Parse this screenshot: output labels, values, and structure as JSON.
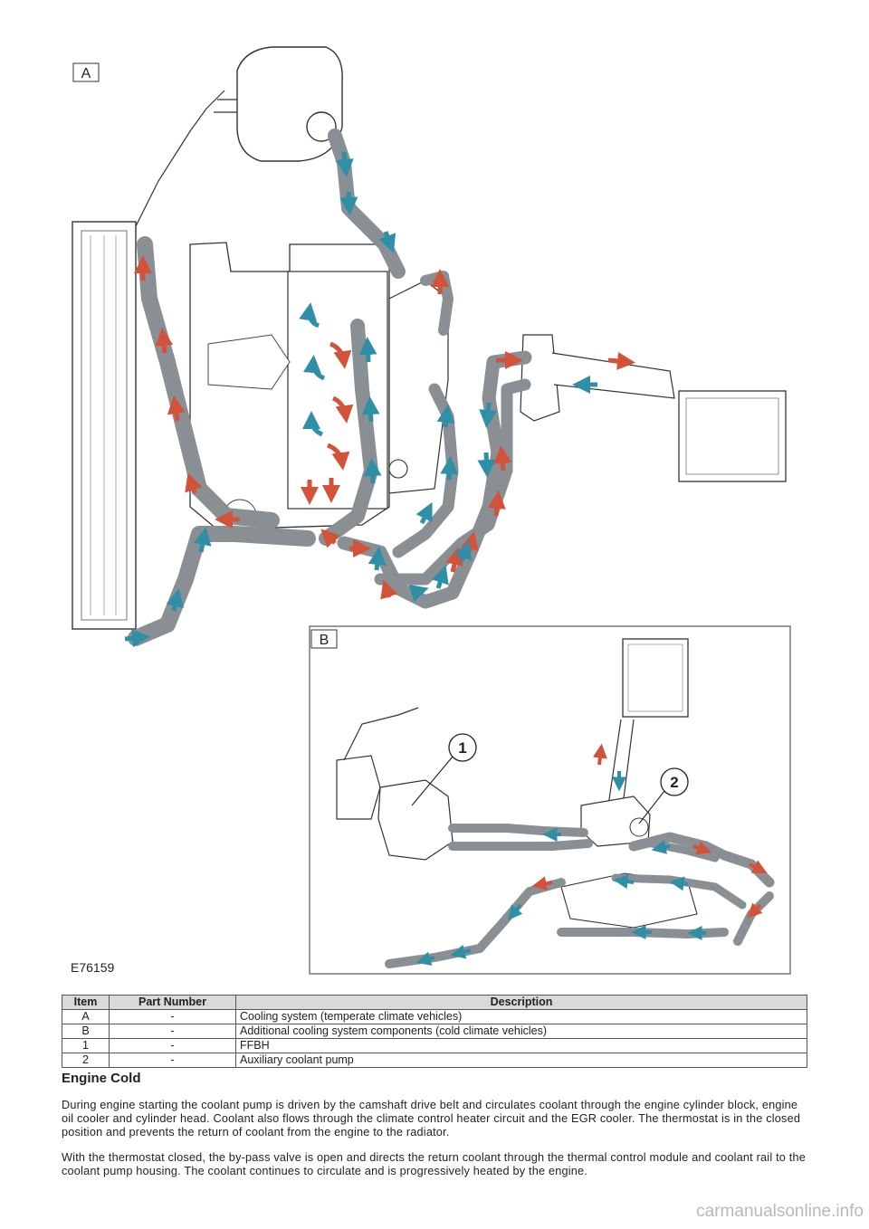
{
  "figure": {
    "panel_a_label": "A",
    "panel_b_label": "B",
    "callout_1": "1",
    "callout_2": "2",
    "figure_code": "E76159",
    "colors": {
      "hose": "#8a8f94",
      "hot_arrow": "#d2533a",
      "cold_arrow": "#2f8fa6",
      "line": "#333333"
    }
  },
  "table": {
    "headers": {
      "item": "Item",
      "part_number": "Part Number",
      "description": "Description"
    },
    "rows": [
      {
        "item": "A",
        "part_number": "-",
        "description": "Cooling system (temperate climate vehicles)"
      },
      {
        "item": "B",
        "part_number": "-",
        "description": "Additional cooling system components (cold climate vehicles)"
      },
      {
        "item": "1",
        "part_number": "-",
        "description": "FFBH"
      },
      {
        "item": "2",
        "part_number": "-",
        "description": "Auxiliary coolant pump"
      }
    ]
  },
  "section": {
    "heading": "Engine Cold",
    "paragraphs": [
      "During engine starting the coolant pump is driven by the camshaft drive belt and circulates coolant through the engine cylinder block, engine oil cooler and cylinder head. Coolant also flows through the climate control heater circuit and the EGR cooler. The thermostat is in the closed position and prevents the return of coolant from the engine to the radiator.",
      "With the thermostat closed, the by-pass valve is open and directs the return coolant through the thermal control module and coolant rail to the coolant pump housing. The coolant continues to circulate and is progressively heated by the engine."
    ]
  },
  "watermark": "carmanualsonline.info"
}
